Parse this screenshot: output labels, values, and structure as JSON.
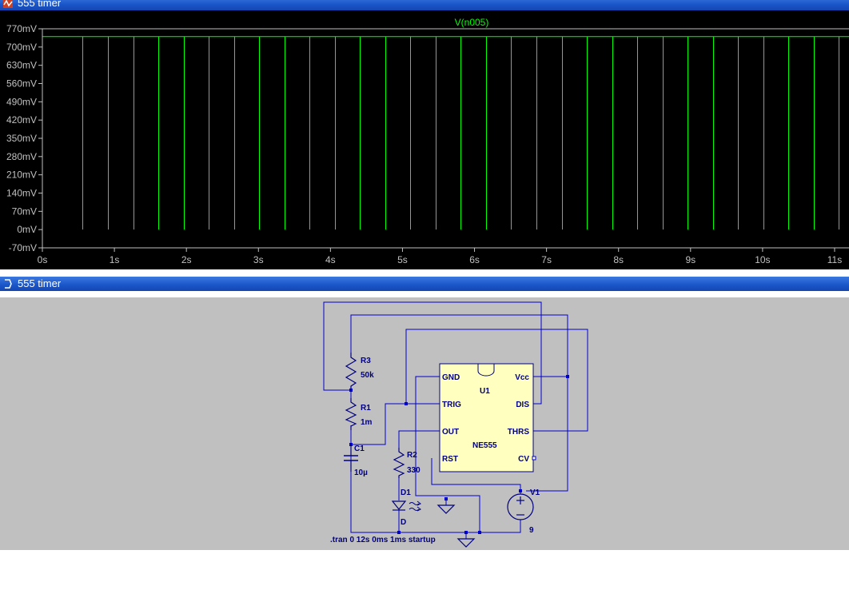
{
  "waveform_window": {
    "title": "555 timer"
  },
  "schematic_window": {
    "title": "555 timer"
  },
  "colors": {
    "trace": "#00ff00",
    "axis": "#c0c0c0",
    "wire": "#0000cc",
    "component": "#000080",
    "chip_fill": "#ffffc0",
    "titlebar": "#1a55c8"
  },
  "chart_data": {
    "type": "line",
    "series": [
      {
        "name": "V(n005)",
        "color": "#00ff00"
      }
    ],
    "x_ticks": [
      "0s",
      "1s",
      "2s",
      "3s",
      "4s",
      "5s",
      "6s",
      "7s",
      "8s",
      "9s",
      "10s",
      "11s"
    ],
    "y_ticks": [
      "770mV",
      "700mV",
      "630mV",
      "560mV",
      "490mV",
      "420mV",
      "350mV",
      "280mV",
      "210mV",
      "140mV",
      "70mV",
      "0mV",
      "-70mV"
    ],
    "xlim": [
      0,
      11.2
    ],
    "ylim": [
      -70,
      770
    ],
    "y_high_mV": 740,
    "y_low_mV": 0,
    "edges_s": [
      0.56,
      0.91,
      1.26,
      1.61,
      1.96,
      2.31,
      2.66,
      3.01,
      3.36,
      3.71,
      4.06,
      4.41,
      4.76,
      5.11,
      5.46,
      5.81,
      6.16,
      6.51,
      6.86,
      7.21,
      7.56,
      7.91,
      8.26,
      8.61,
      8.96,
      9.31,
      9.66,
      10.01,
      10.36,
      10.71,
      11.06
    ]
  },
  "schematic": {
    "components": [
      {
        "ref": "R3",
        "value": "50k"
      },
      {
        "ref": "R1",
        "value": "1m"
      },
      {
        "ref": "C1",
        "value": "10µ"
      },
      {
        "ref": "R2",
        "value": "330"
      },
      {
        "ref": "D1",
        "value": "D"
      },
      {
        "ref": "V1",
        "value": "9"
      },
      {
        "ref": "U1",
        "value": "NE555"
      }
    ],
    "chip_pins": {
      "gnd": "GND",
      "trig": "TRIG",
      "out": "OUT",
      "rst": "RST",
      "vcc": "Vcc",
      "dis": "DIS",
      "thrs": "THRS",
      "cv": "CV"
    },
    "directive": ".tran 0 12s 0ms 1ms startup"
  }
}
